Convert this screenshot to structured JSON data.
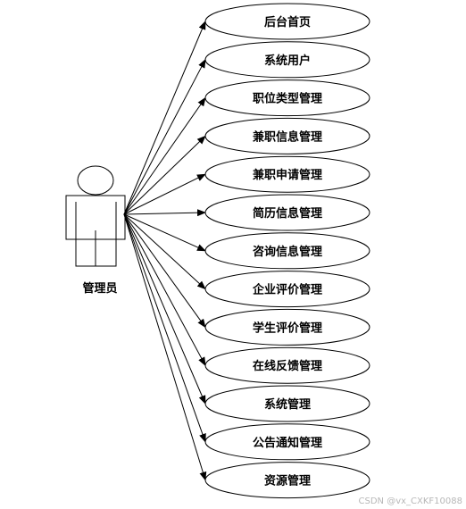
{
  "actor": {
    "label": "管理员"
  },
  "use_cases": [
    {
      "label": "后台首页"
    },
    {
      "label": "系统用户"
    },
    {
      "label": "职位类型管理"
    },
    {
      "label": "兼职信息管理"
    },
    {
      "label": "兼职申请管理"
    },
    {
      "label": "简历信息管理"
    },
    {
      "label": "咨询信息管理"
    },
    {
      "label": "企业评价管理"
    },
    {
      "label": "学生评价管理"
    },
    {
      "label": "在线反馈管理"
    },
    {
      "label": "系统管理"
    },
    {
      "label": "公告通知管理"
    },
    {
      "label": "资源管理"
    }
  ],
  "watermark": "CSDN @vx_CXKF10088",
  "colors": {
    "stroke": "#000000",
    "background": "#ffffff"
  }
}
